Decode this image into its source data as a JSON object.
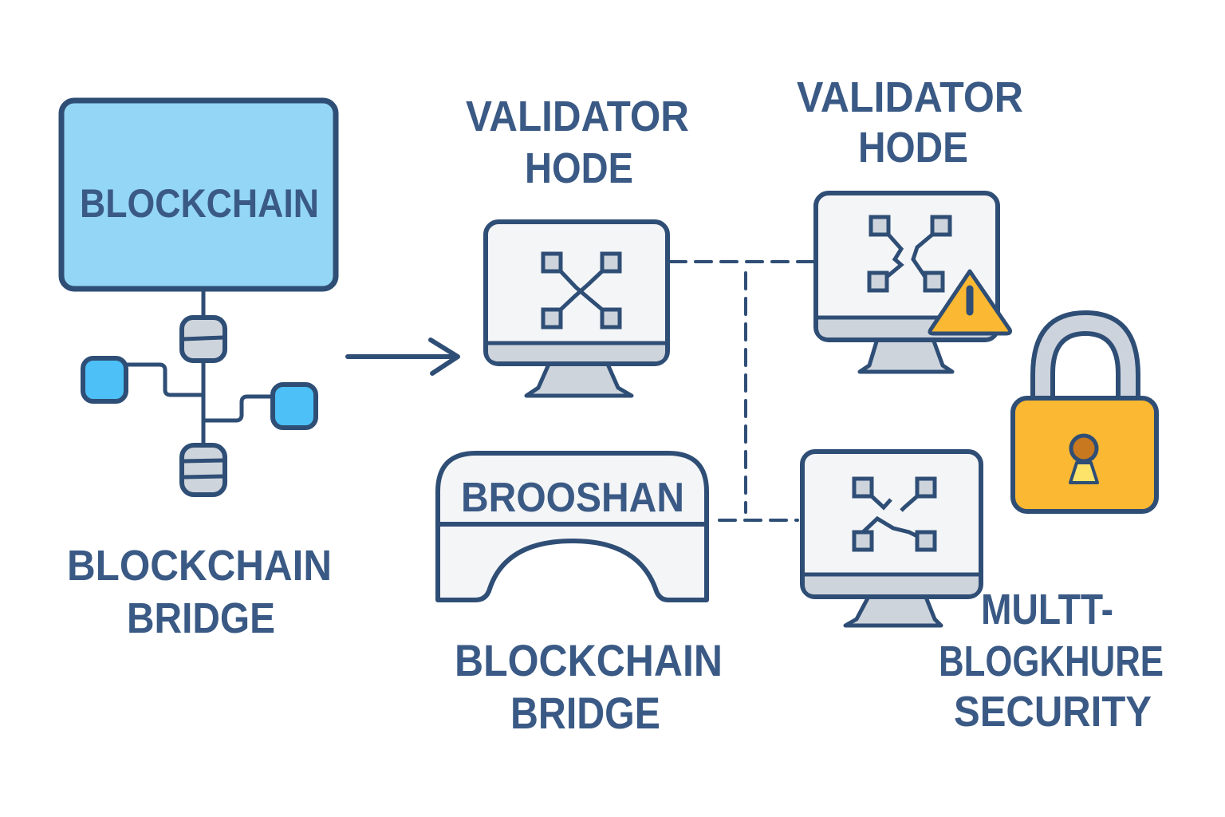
{
  "colors": {
    "stroke": "#2f4e76",
    "text": "#3a5a85",
    "blockchain_fill": "#93d6f5",
    "node_fill": "#4cc0f7",
    "grey_fill": "#ced4dc",
    "screen_fill": "#f4f5f7",
    "warning": "#fbb832",
    "lock_body": "#fbb832",
    "lock_shackle": "#ccd3dc"
  },
  "left": {
    "blockchain_box_label": "BLOCKCHAIN",
    "caption_line1": "BLOCKCHAIN",
    "caption_line2": "BRIDGE"
  },
  "validator_1": {
    "title_line1": "VALIDATOR",
    "title_line2": "HODE"
  },
  "validator_2": {
    "title_line1": "VALIDATOR",
    "title_line2": "HODE",
    "status_icon": "warning-icon"
  },
  "bridge": {
    "box_label": "BROOSHAN",
    "caption_line1": "BLOCKCHAIN",
    "caption_line2": "BRIDGE"
  },
  "security": {
    "caption_line1": "MULTT-",
    "caption_line2": "BLOGKHURE",
    "caption_line3": "SECURITY",
    "icon": "padlock-icon"
  },
  "connections": [
    {
      "from": "blockchain",
      "to": "validator_1",
      "style": "arrow"
    },
    {
      "from": "validator_1",
      "to": "validator_2",
      "style": "dashed"
    },
    {
      "from": "bridge",
      "to": "validator_3",
      "style": "dashed"
    },
    {
      "from": "validator_1",
      "to": "bridge",
      "style": "dashed"
    }
  ]
}
